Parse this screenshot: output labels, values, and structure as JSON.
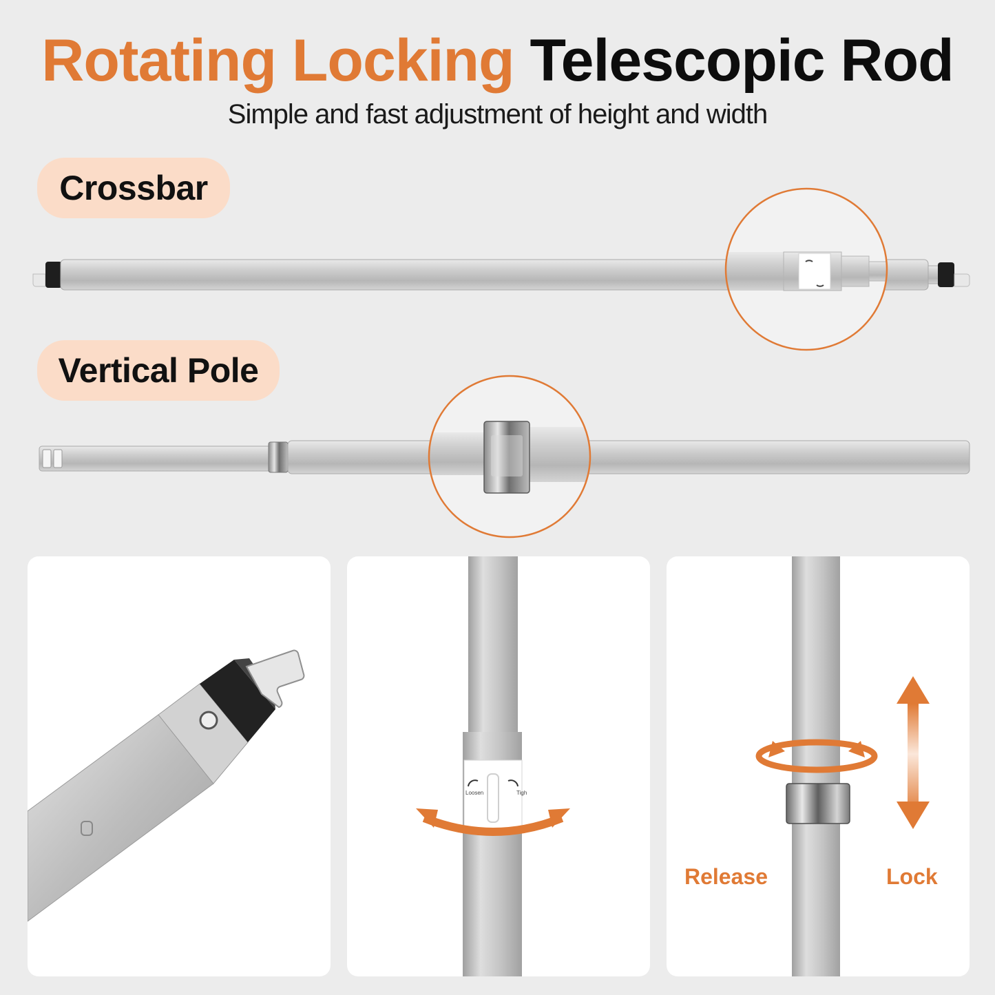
{
  "header": {
    "title_accent": "Rotating Locking",
    "title_main": "Telescopic Rod",
    "subtitle": "Simple and fast adjustment of height and width"
  },
  "sections": {
    "crossbar_label": "Crossbar",
    "vertical_label": "Vertical Pole"
  },
  "panels": {
    "release_label": "Release",
    "lock_label": "Lock",
    "knob_loosen_text": "Loosen",
    "knob_tighten_text": "Tigh"
  },
  "colors": {
    "accent": "#e07a35",
    "pill_bg": "#fbdcc8",
    "background": "#ececec",
    "metal": "#c4c4c4"
  }
}
